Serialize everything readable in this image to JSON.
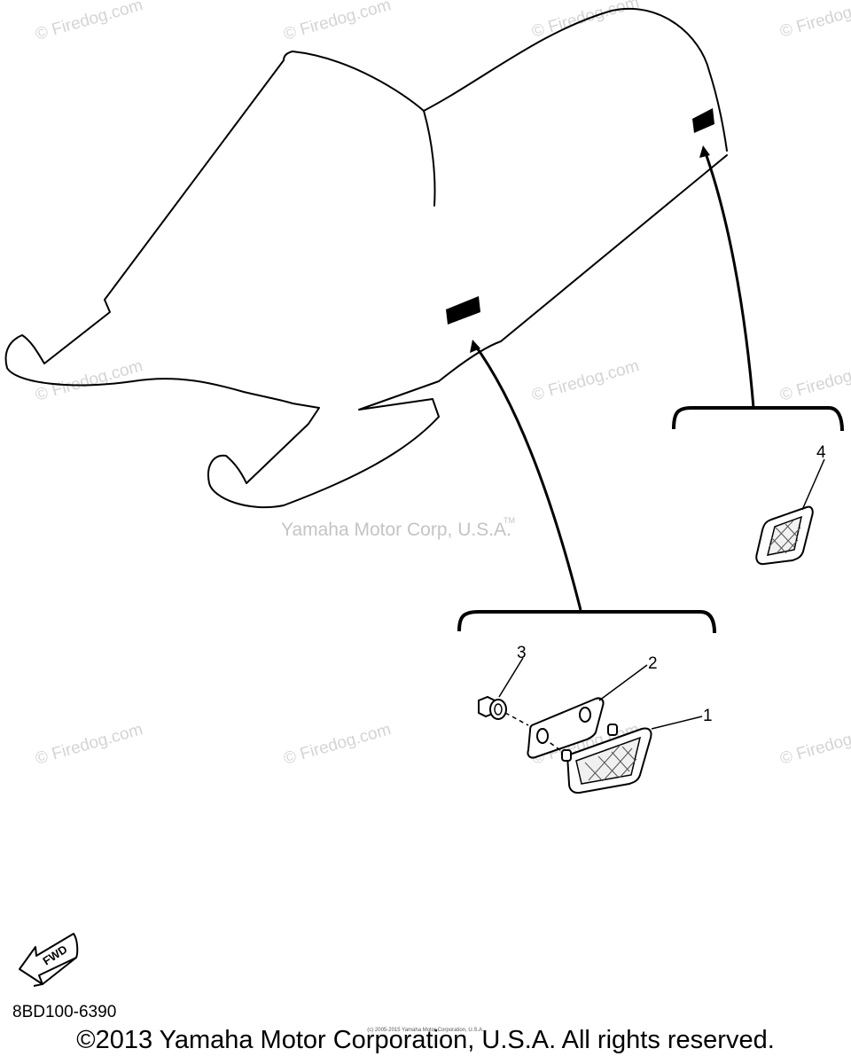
{
  "diagram": {
    "callouts": [
      "1",
      "2",
      "3",
      "4"
    ],
    "fwd_label": "FWD",
    "figure_code": "8BD100-6390",
    "watermark_site": "© Firedog.com",
    "watermark_brand": "Yamaha Motor Corp, U.S.A.",
    "tm_mark": "TM",
    "fine_print": "(c) 2005-2015 Yamaha Motor Corporation, U.S.A.",
    "copyright": "©2013 Yamaha Motor Corporation, U.S.A. All rights reserved."
  }
}
